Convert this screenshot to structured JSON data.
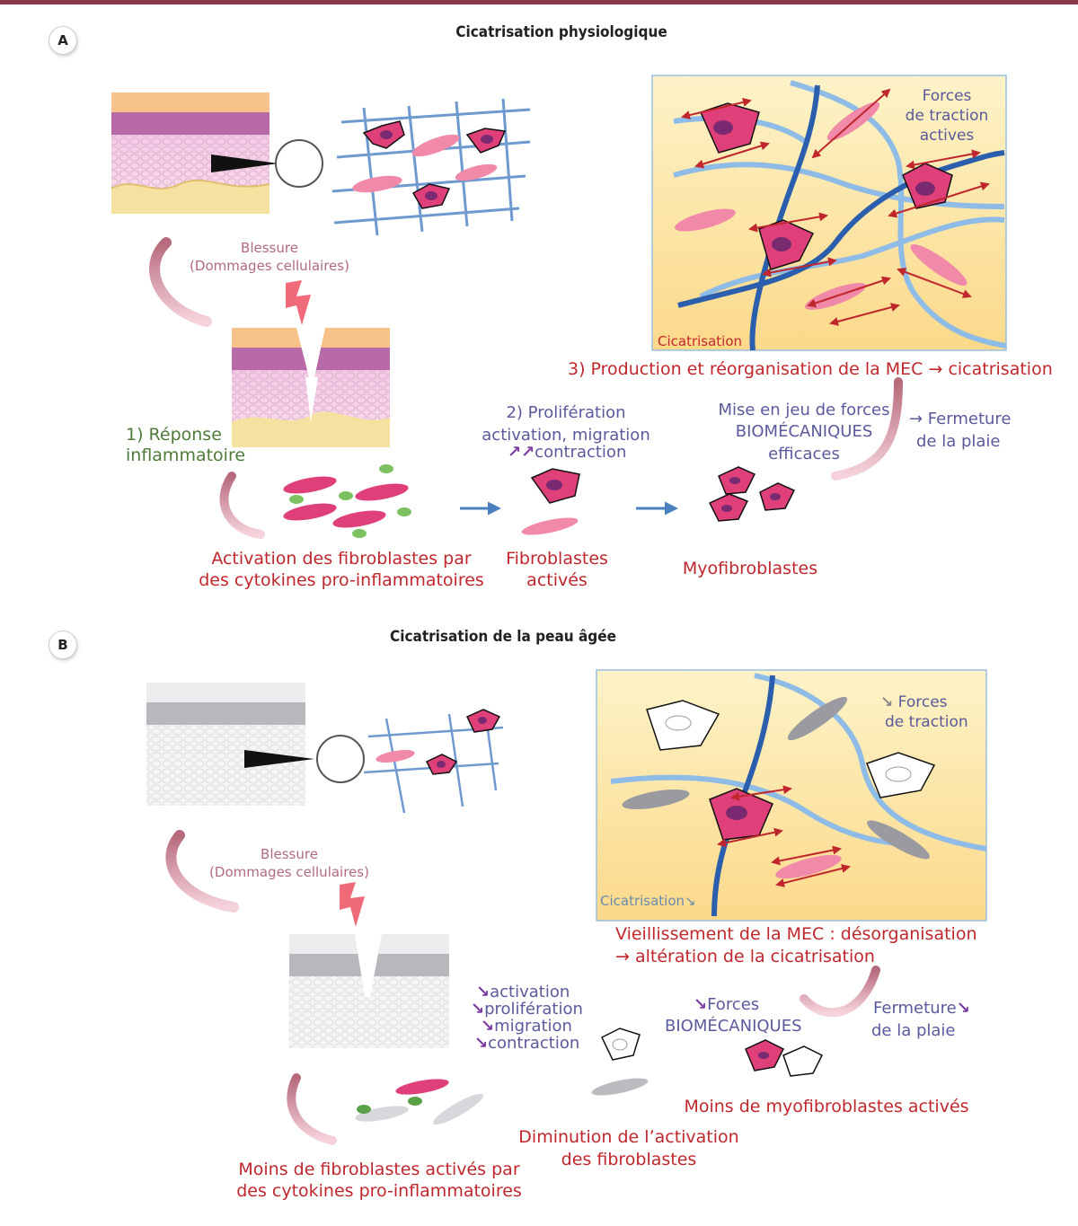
{
  "panel_a": {
    "letter": "A",
    "title": "Cicatrisation physiologique",
    "injury": "Blessure",
    "injury_sub": "(Dommages cellulaires)",
    "step1_line1": "1) Réponse",
    "step1_line2": "inflammatoire",
    "activation_line1": "Activation des fibroblastes par",
    "activation_line2": "des cytokines pro-inflammatoires",
    "step2_line1": "2) Prolifération",
    "step2_line2": "activation, migration",
    "step2_line3": "contraction",
    "activated_line1": "Fibroblastes",
    "activated_line2": "activés",
    "myofibroblasts": "Myofibroblastes",
    "forces_line1": "Mise en jeu de forces",
    "forces_line2": "BIOMÉCANIQUES",
    "forces_line3": "efficaces",
    "closure_line1": "→ Fermeture",
    "closure_line2": "de la plaie",
    "step3": "3) Production et réorganisation de la MEC → cicatrisation",
    "traction_line1": "Forces",
    "traction_line2": "de traction",
    "traction_line3": "actives",
    "box_label": "Cicatrisation"
  },
  "panel_b": {
    "letter": "B",
    "title": "Cicatrisation de la peau âgée",
    "injury": "Blessure",
    "injury_sub": "(Dommages cellulaires)",
    "decrease_1": "activation",
    "decrease_2": "prolifération",
    "decrease_3": "migration",
    "decrease_4": "contraction",
    "fewer_fibro_line1": "Moins de fibroblastes activés par",
    "fewer_fibro_line2": "des cytokines pro-inflammatoires",
    "dim_line1": "Diminution de l’activation",
    "dim_line2": "des fibroblastes",
    "forces_line1": "Forces",
    "forces_line2": "BIOMÉCANIQUES",
    "fewer_myo": "Moins de myofibroblastes activés",
    "closure_line1": "Fermeture",
    "closure_line2": "de la plaie",
    "aging_line1": "Vieillissement de la MEC : désorganisation",
    "aging_line2": "→ altération de la cicatrisation",
    "traction_line1": "Forces",
    "traction_line2": "de traction",
    "box_label": "Cicatrisation"
  },
  "colors": {
    "accent_bar": "#8a3a4a",
    "red_text": "#c0272d",
    "blue_text": "#5a5a9c",
    "green_text": "#4f7a3a",
    "fibroblast_pink": "#e0407a",
    "matrix_blue": "#4a7fc0"
  }
}
